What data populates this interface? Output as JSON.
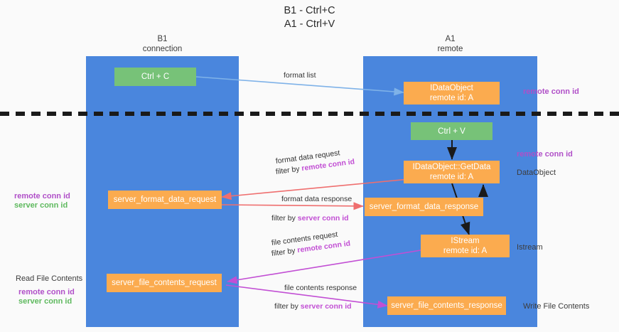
{
  "title": {
    "line1": "B1 - Ctrl+C",
    "line2": "A1 - Ctrl+V"
  },
  "columns": [
    {
      "name": "B1",
      "sub": "connection"
    },
    {
      "name": "A1",
      "sub": "remote"
    }
  ],
  "nodes": {
    "ctrl_c": {
      "label": "Ctrl + C",
      "color": "#77c278"
    },
    "ctrl_v": {
      "label": "Ctrl + V",
      "color": "#77c278"
    },
    "idataobject": {
      "label": "IDataObject",
      "sub": "remote id: A",
      "color": "#fbab4f"
    },
    "getdata": {
      "label": "IDataObject::GetData",
      "sub": "remote id: A",
      "color": "#fbab4f"
    },
    "istream": {
      "label": "IStream",
      "sub": "remote id: A",
      "color": "#fbab4f"
    },
    "server_format_data_request": {
      "label": "server_format_data_request",
      "color": "#fbab4f"
    },
    "server_format_data_response": {
      "label": "server_format_data_response",
      "color": "#fbab4f"
    },
    "server_file_contents_request": {
      "label": "server_file_contents_request",
      "color": "#fbab4f"
    },
    "server_file_contents_response": {
      "label": "server_file_contents_response",
      "color": "#fbab4f"
    }
  },
  "edge_labels": {
    "format_list": "format list",
    "format_data_request": "format data request",
    "format_data_response": "format data response",
    "file_contents_request": "file contents request",
    "file_contents_response": "file contents response",
    "filter_by": "filter by",
    "remote_conn_id": "remote conn id",
    "server_conn_id": "server conn id"
  },
  "side_labels": {
    "right_remote_conn_id_top": "remote conn id",
    "right_remote_conn_id_mid": "remote conn id",
    "right_dataobject": "DataObject",
    "right_istream": "Istream",
    "right_write_file_contents": "Write File Contents",
    "left_remote_conn_id_mid": "remote conn id",
    "left_server_conn_id_mid": "server conn id",
    "left_read_file_contents": "Read File Contents",
    "left_remote_conn_id_bot": "remote conn id",
    "left_server_conn_id_bot": "server conn id"
  },
  "colors": {
    "lane": "#4a86dd",
    "green_node": "#77c278",
    "orange_node": "#fbab4f",
    "purple": "#b04fc8",
    "green_text": "#5eb95e",
    "edge_blue": "#7fb2e8",
    "edge_red": "#ef6f6f",
    "edge_magenta": "#c24fd4",
    "edge_black": "#1a1a1a",
    "divider": "#1a1a1a",
    "background": "#fafafa"
  }
}
